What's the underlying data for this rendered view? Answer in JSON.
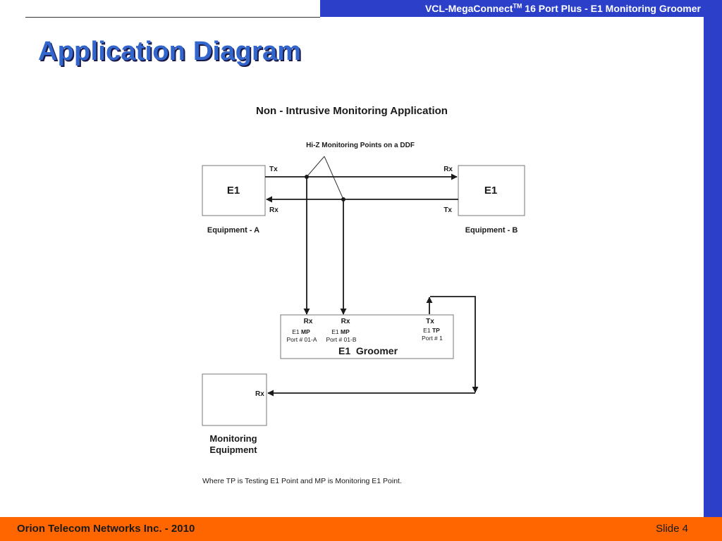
{
  "header": {
    "product_prefix": "VCL-MegaConnect",
    "trademark": "TM",
    "product_suffix": " 16 Port Plus - E1 Monitoring Groomer"
  },
  "slide_title": "Application Diagram",
  "diagram": {
    "title": "Non - Intrusive Monitoring Application",
    "monitoring_points_label": "Hi-Z Monitoring Points on a DDF",
    "equipment_a": {
      "box_label": "E1",
      "caption": "Equipment - A",
      "tx_label": "Tx",
      "rx_label": "Rx"
    },
    "equipment_b": {
      "box_label": "E1",
      "caption": "Equipment - B",
      "rx_label": "Rx",
      "tx_label": "Tx"
    },
    "groomer": {
      "title": "E1  Groomer",
      "ports": [
        {
          "signal": "Rx",
          "type_prefix": "E1 ",
          "type_bold": "MP",
          "port": "Port # 01-A"
        },
        {
          "signal": "Rx",
          "type_prefix": "E1 ",
          "type_bold": "MP",
          "port": "Port # 01-B"
        },
        {
          "signal": "Tx",
          "type_prefix": "E1 ",
          "type_bold": "TP",
          "port": "Port # 1"
        }
      ]
    },
    "monitoring_equipment": {
      "rx_label": "Rx",
      "caption_line1": "Monitoring",
      "caption_line2": "Equipment"
    },
    "footnote": "Where TP is Testing E1 Point and MP is Monitoring E1 Point."
  },
  "footer": {
    "company": "Orion Telecom Networks Inc. - 2010",
    "slide_number": "Slide 4"
  },
  "colors": {
    "header_blue": "#2b3fc9",
    "title_blue": "#3366cc",
    "footer_orange": "#ff6600"
  }
}
